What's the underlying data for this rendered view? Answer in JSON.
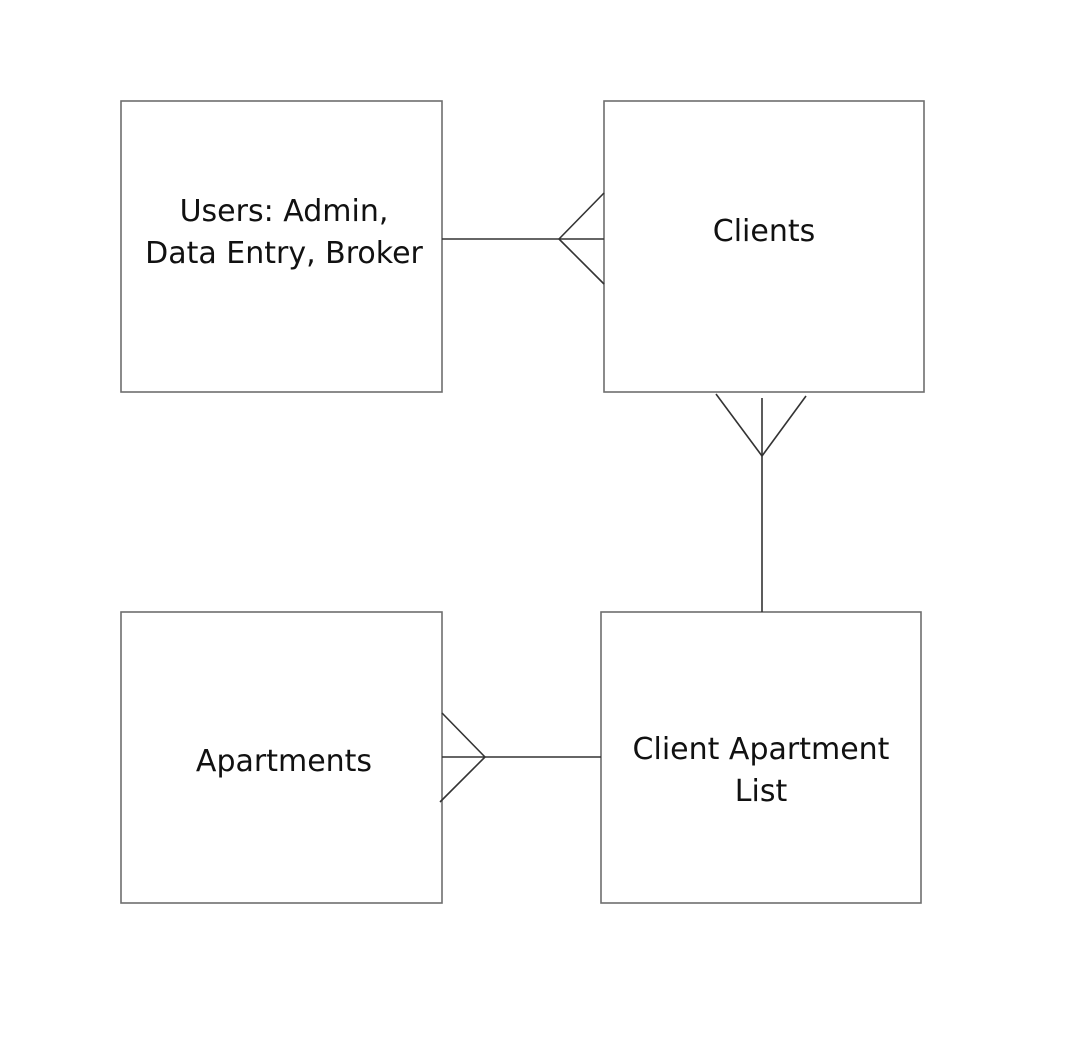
{
  "entities": {
    "users": {
      "line1": "Users: Admin,",
      "line2": "Data Entry, Broker"
    },
    "clients": {
      "label": "Clients"
    },
    "apartments": {
      "label": "Apartments"
    },
    "client_apartment_list": {
      "line1": "Client Apartment",
      "line2": "List"
    }
  },
  "relationships": [
    {
      "from": "Users",
      "to": "Clients",
      "cardinality": "one-to-many"
    },
    {
      "from": "Clients",
      "to": "Client Apartment List",
      "cardinality": "many-to-one"
    },
    {
      "from": "Client Apartment List",
      "to": "Apartments",
      "cardinality": "one-to-many"
    }
  ],
  "colors": {
    "box_stroke": "#6e6e6e",
    "line_stroke": "#333333",
    "text": "#111111",
    "background": "#ffffff"
  }
}
